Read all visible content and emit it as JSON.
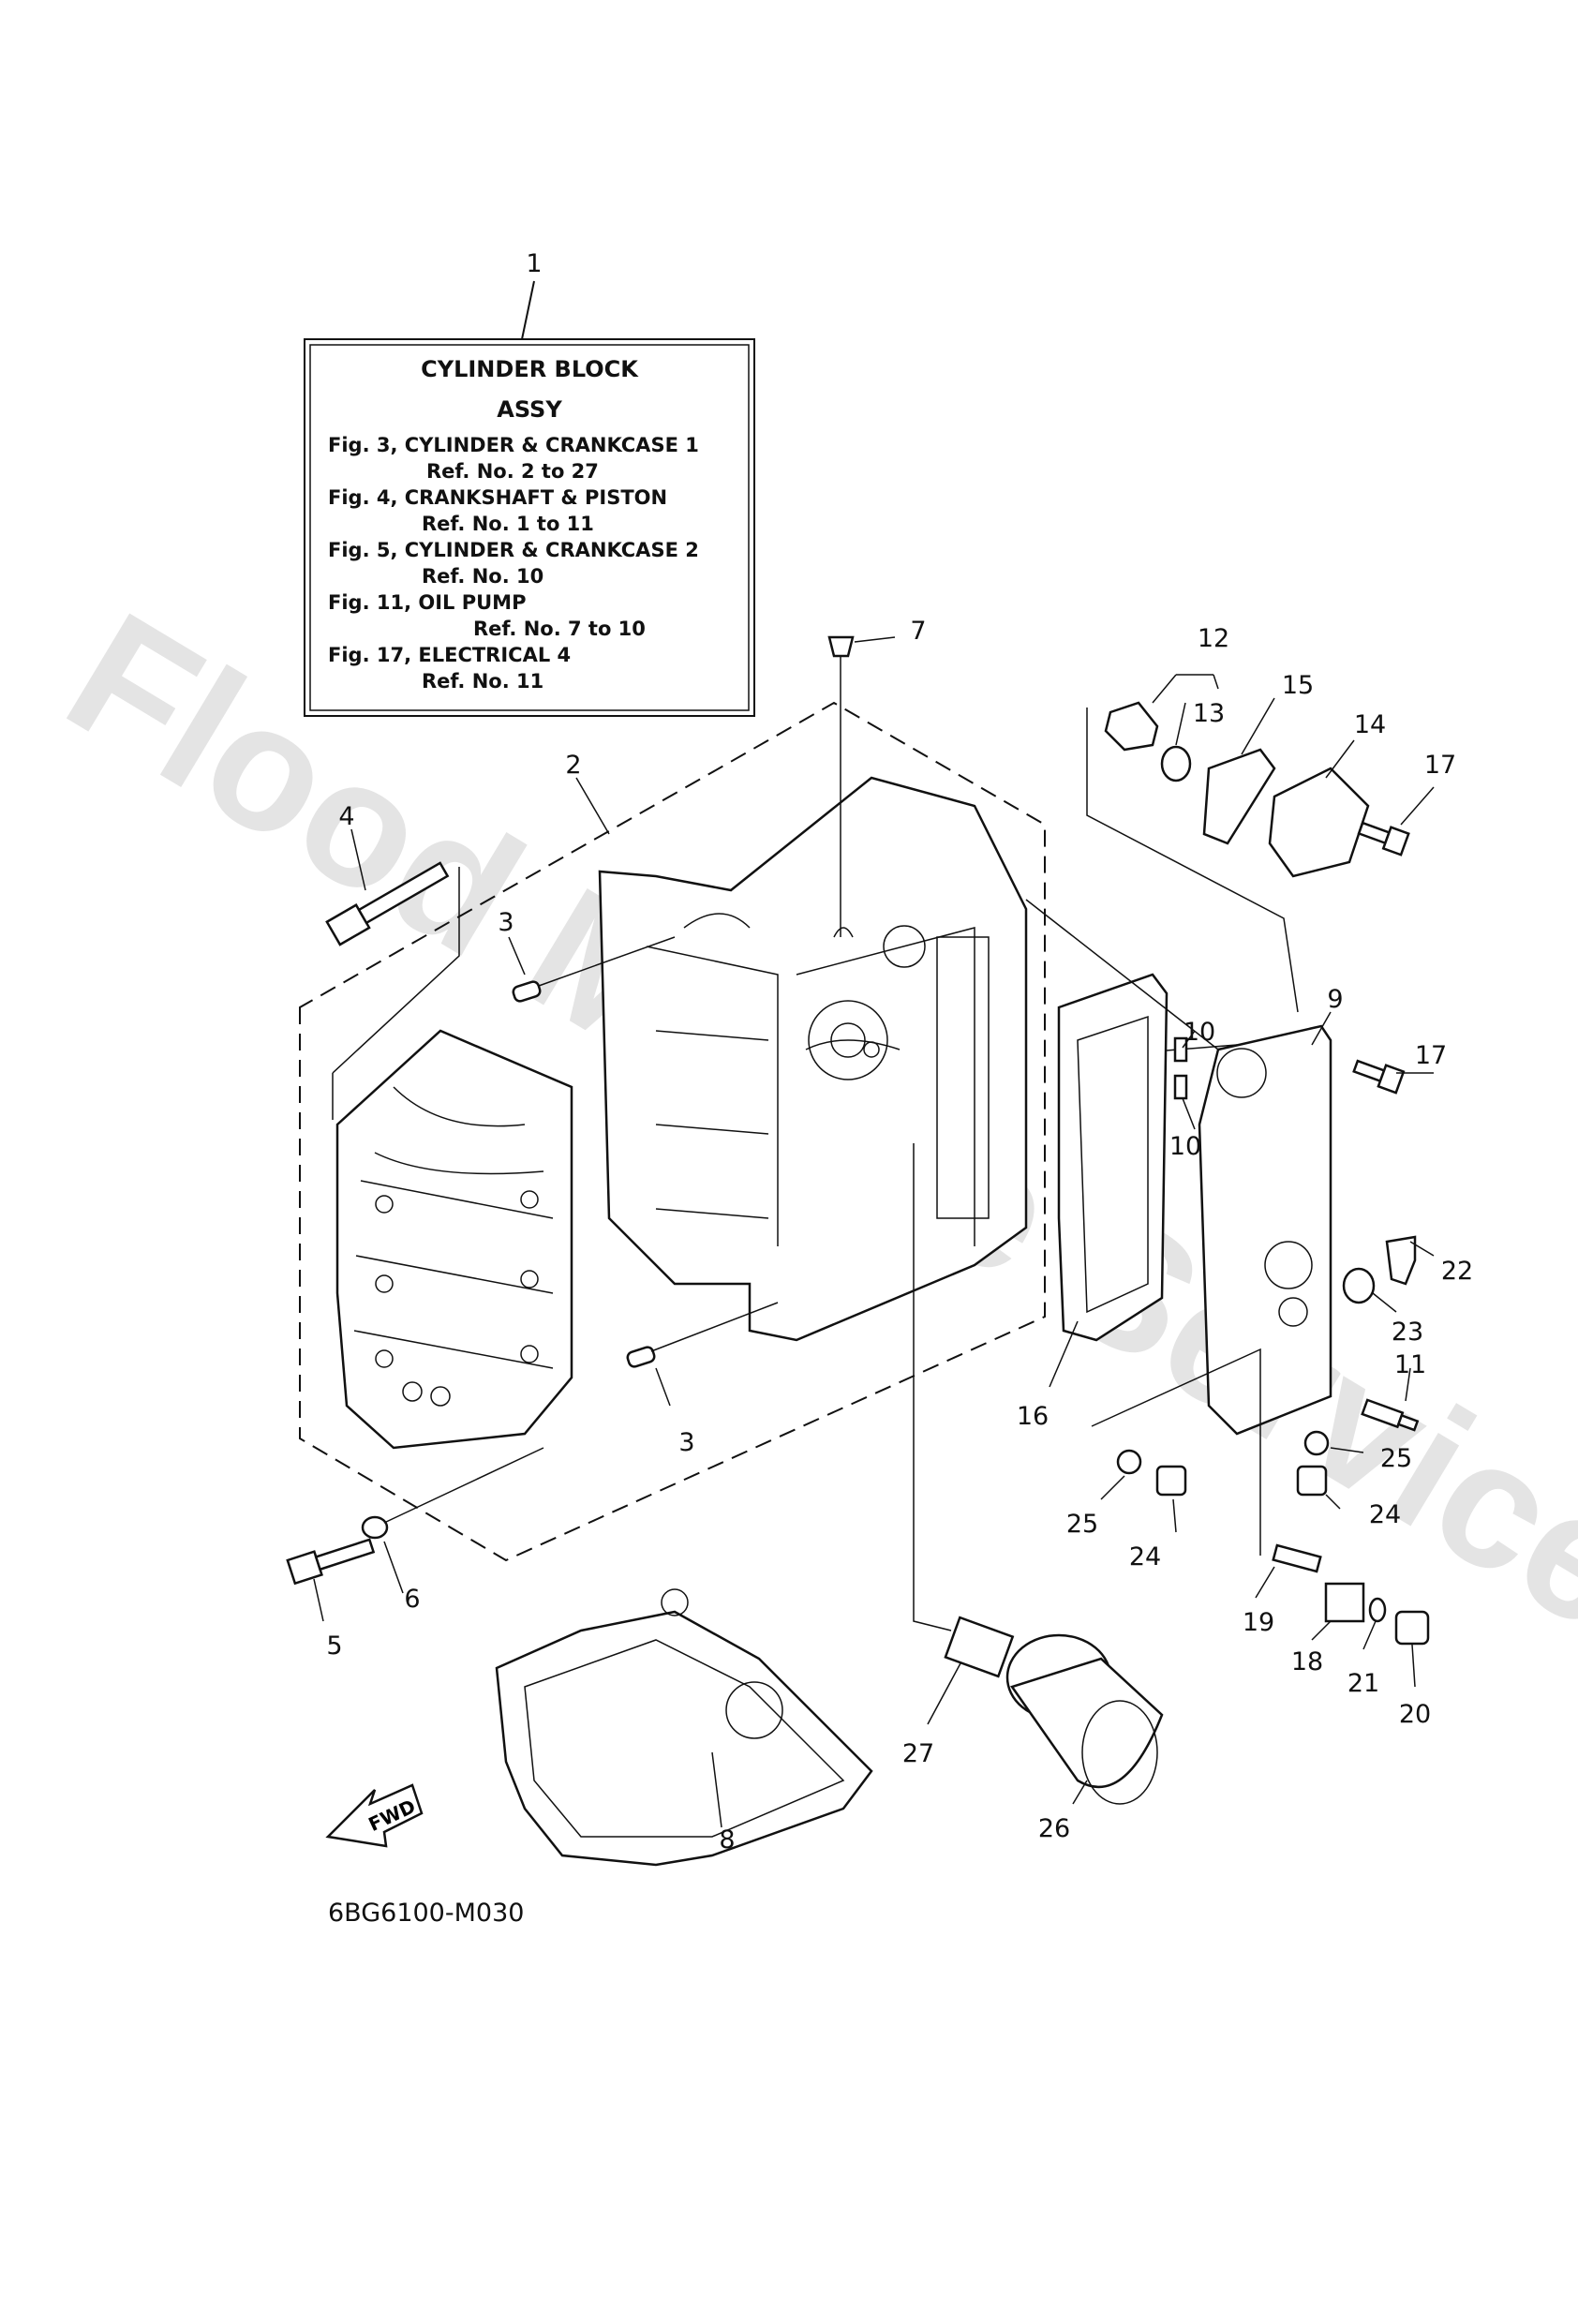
{
  "watermark": "Flood Marine Services",
  "info_box": {
    "title_line1": "CYLINDER BLOCK",
    "title_line2": "ASSY",
    "lines": [
      "Fig. 3, CYLINDER & CRANKCASE 1",
      "Ref. No. 2 to 27",
      "Fig. 4, CRANKSHAFT & PISTON",
      "Ref. No. 1 to 11",
      "Fig. 5, CYLINDER & CRANKCASE 2",
      "Ref. No. 10",
      "Fig. 11, OIL PUMP",
      "Ref. No. 7 to 10",
      "Fig. 17, ELECTRICAL 4",
      "Ref. No. 11"
    ]
  },
  "callouts": [
    "1",
    "2",
    "3",
    "3",
    "4",
    "5",
    "6",
    "7",
    "8",
    "9",
    "10",
    "10",
    "11",
    "12",
    "13",
    "14",
    "15",
    "16",
    "17",
    "17",
    "18",
    "19",
    "20",
    "21",
    "22",
    "23",
    "24",
    "24",
    "25",
    "25",
    "26",
    "27"
  ],
  "fwd_label": "FWD",
  "part_code": "6BG6100-M030"
}
